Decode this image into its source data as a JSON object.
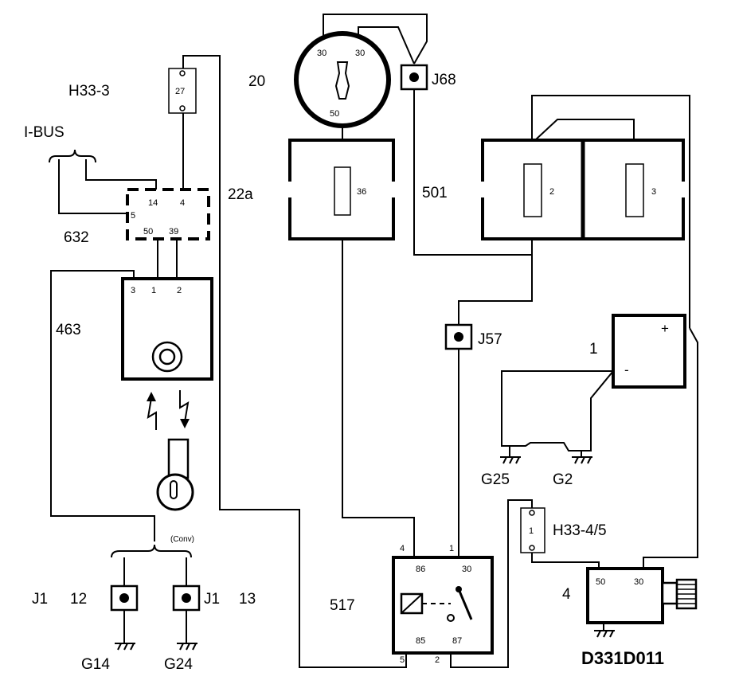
{
  "diagram": {
    "id": "D331D011",
    "components": {
      "h33_3": {
        "label": "H33-3",
        "fuse": "27"
      },
      "ibus": {
        "label": "I-BUS"
      },
      "c632": {
        "label": "632",
        "pins": [
          "14",
          "4",
          "5",
          "50",
          "39"
        ]
      },
      "c22a": {
        "label": "22a"
      },
      "c463": {
        "label": "463",
        "pins": [
          "3",
          "1",
          "2"
        ]
      },
      "c20": {
        "label": "20",
        "pins": [
          "30",
          "30",
          "50"
        ]
      },
      "j68": {
        "label": "J68"
      },
      "fuse36": {
        "label": "36"
      },
      "c501": {
        "label": "501",
        "fuses": [
          "2",
          "3"
        ]
      },
      "j57": {
        "label": "J57"
      },
      "battery": {
        "label": "1",
        "pos": "+",
        "neg": "-"
      },
      "g25": {
        "label": "G25"
      },
      "g2": {
        "label": "G2"
      },
      "h33_45": {
        "label": "H33-4/5",
        "fuse": "1"
      },
      "starter": {
        "label": "4",
        "pins": [
          "50",
          "30"
        ]
      },
      "relay517": {
        "label": "517",
        "pins": {
          "p4": "4",
          "p1": "1",
          "p86": "86",
          "p30": "30",
          "p85": "85",
          "p87": "87",
          "p5": "5",
          "p2": "2"
        }
      },
      "conv": {
        "label": "(Conv)"
      },
      "j1_12": {
        "prefix": "J1",
        "num": "12"
      },
      "j1_13": {
        "prefix": "J1",
        "num": "13"
      },
      "g14": {
        "label": "G14"
      },
      "g24": {
        "label": "G24"
      }
    }
  }
}
